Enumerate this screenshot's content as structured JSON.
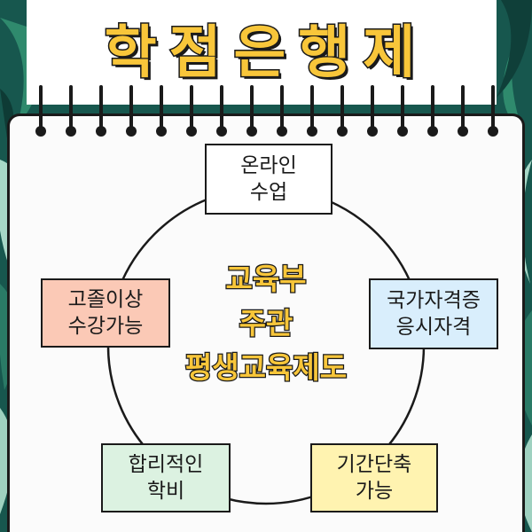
{
  "title": "학점은행제",
  "center": {
    "line1": "교육부",
    "line2": "주관",
    "line3": "평생교육제도"
  },
  "nodes": {
    "online": {
      "line1": "온라인",
      "line2": "수업",
      "color": "#ffffff"
    },
    "certificate": {
      "line1": "국가자격증",
      "line2": "응시자격",
      "color": "#d9eefc"
    },
    "period": {
      "line1": "기간단축",
      "line2": "가능",
      "color": "#fff3b0"
    },
    "tuition": {
      "line1": "합리적인",
      "line2": "학비",
      "color": "#dcf2e1"
    },
    "eligibility": {
      "line1": "고졸이상",
      "line2": "수강가능",
      "color": "#fbc9b6"
    }
  },
  "colors": {
    "title_fill": "#f8c63a",
    "outline": "#1a1a1a",
    "page": "#fbfbfb",
    "background_leaf": "#14524a"
  },
  "icons": [
    "leaf-background",
    "notebook-ring-icon"
  ]
}
